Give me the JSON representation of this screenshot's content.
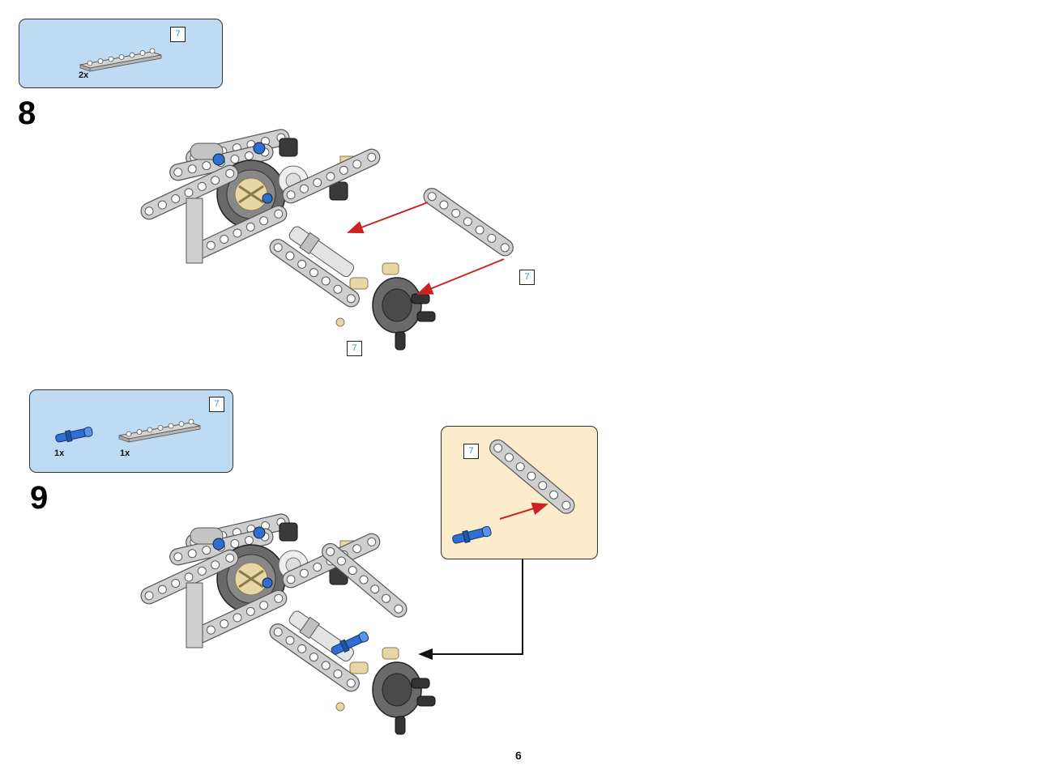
{
  "page_number": "6",
  "steps": [
    {
      "number": "8",
      "parts": [
        {
          "name": "liftarm-7",
          "qty": "2x",
          "length": "7"
        }
      ],
      "assembly_tags": [
        "7",
        "7"
      ]
    },
    {
      "number": "9",
      "parts": [
        {
          "name": "blue-axle-pin",
          "qty": "1x"
        },
        {
          "name": "liftarm-7",
          "qty": "1x",
          "length": "7"
        }
      ],
      "callout_tag": "7"
    }
  ],
  "colors": {
    "parts_box": "#bfdaf3",
    "callout_box": "#fdeccb",
    "arrow_red": "#cc2222",
    "beam_gray": "#c9c9c9",
    "dark_gray": "#5a5a5a",
    "pin_blue": "#2e6fd1",
    "tan": "#e8d7a6",
    "length_text": "#2a8fd6"
  }
}
